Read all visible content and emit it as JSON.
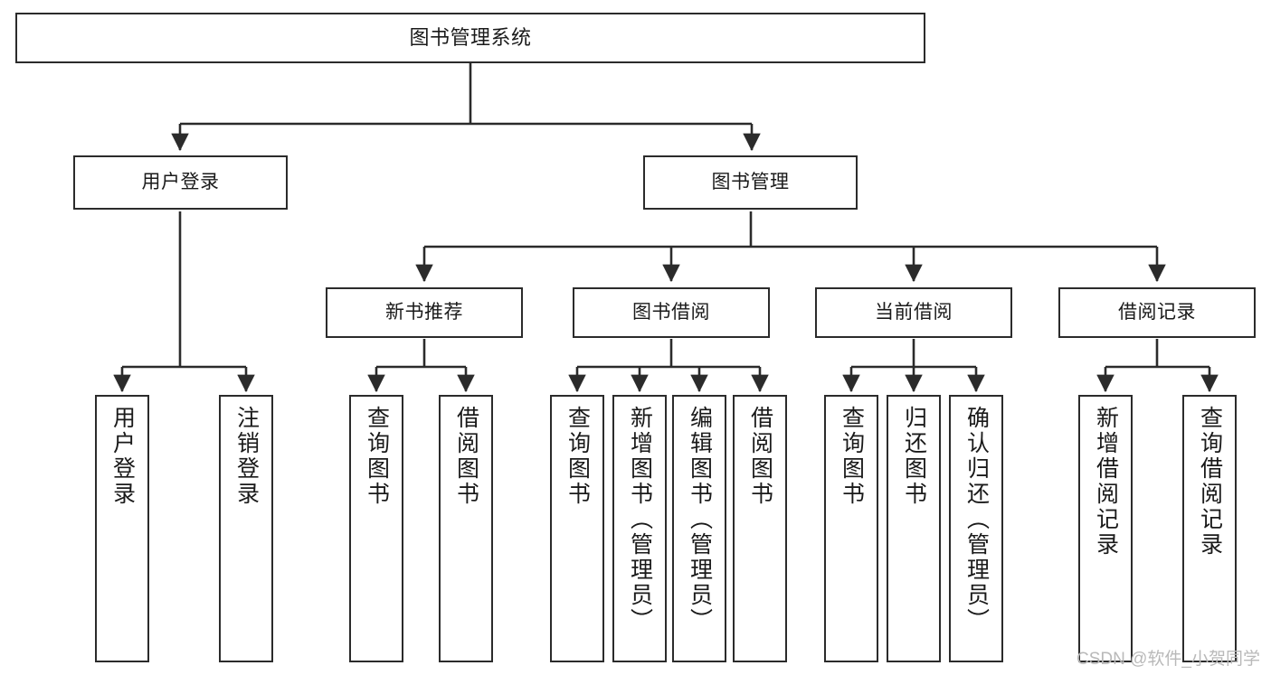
{
  "diagram": {
    "title": "图书管理系统",
    "type": "tree",
    "watermark": "CSDN @软件_小贺同学",
    "colors": {
      "node_border": "#2b2b2b",
      "node_fill": "#ffffff",
      "edge": "#2b2b2b",
      "text": "#1a1a1a",
      "watermark": "#b9b9b9",
      "background": "#ffffff"
    },
    "nodes": {
      "root": {
        "label": "图书管理系统"
      },
      "level2": [
        {
          "id": "user-login",
          "label": "用户登录"
        },
        {
          "id": "book-manage",
          "label": "图书管理"
        }
      ],
      "level3": [
        {
          "id": "new-book-recommend",
          "label": "新书推荐"
        },
        {
          "id": "book-borrow",
          "label": "图书借阅"
        },
        {
          "id": "current-borrow",
          "label": "当前借阅"
        },
        {
          "id": "borrow-record",
          "label": "借阅记录"
        }
      ],
      "leaves": [
        {
          "id": "leaf-user-login",
          "label": "用户登录",
          "parent": "user-login"
        },
        {
          "id": "leaf-logout-login",
          "label": "注销登录",
          "parent": "user-login"
        },
        {
          "id": "leaf-query-book-1",
          "label": "查询图书",
          "parent": "new-book-recommend"
        },
        {
          "id": "leaf-borrow-book-1",
          "label": "借阅图书",
          "parent": "new-book-recommend"
        },
        {
          "id": "leaf-query-book-2",
          "label": "查询图书",
          "parent": "book-borrow"
        },
        {
          "id": "leaf-add-book-admin",
          "label": "新增图书（管理员）",
          "parent": "book-borrow"
        },
        {
          "id": "leaf-edit-book-admin",
          "label": "编辑图书（管理员）",
          "parent": "book-borrow"
        },
        {
          "id": "leaf-borrow-book-2",
          "label": "借阅图书",
          "parent": "book-borrow"
        },
        {
          "id": "leaf-query-book-3",
          "label": "查询图书",
          "parent": "current-borrow"
        },
        {
          "id": "leaf-return-book",
          "label": "归还图书",
          "parent": "current-borrow"
        },
        {
          "id": "leaf-confirm-return-admin",
          "label": "确认归还（管理员）",
          "parent": "current-borrow"
        },
        {
          "id": "leaf-add-borrow-record",
          "label": "新增借阅记录",
          "parent": "borrow-record"
        },
        {
          "id": "leaf-query-borrow-record",
          "label": "查询借阅记录",
          "parent": "borrow-record"
        }
      ]
    }
  }
}
